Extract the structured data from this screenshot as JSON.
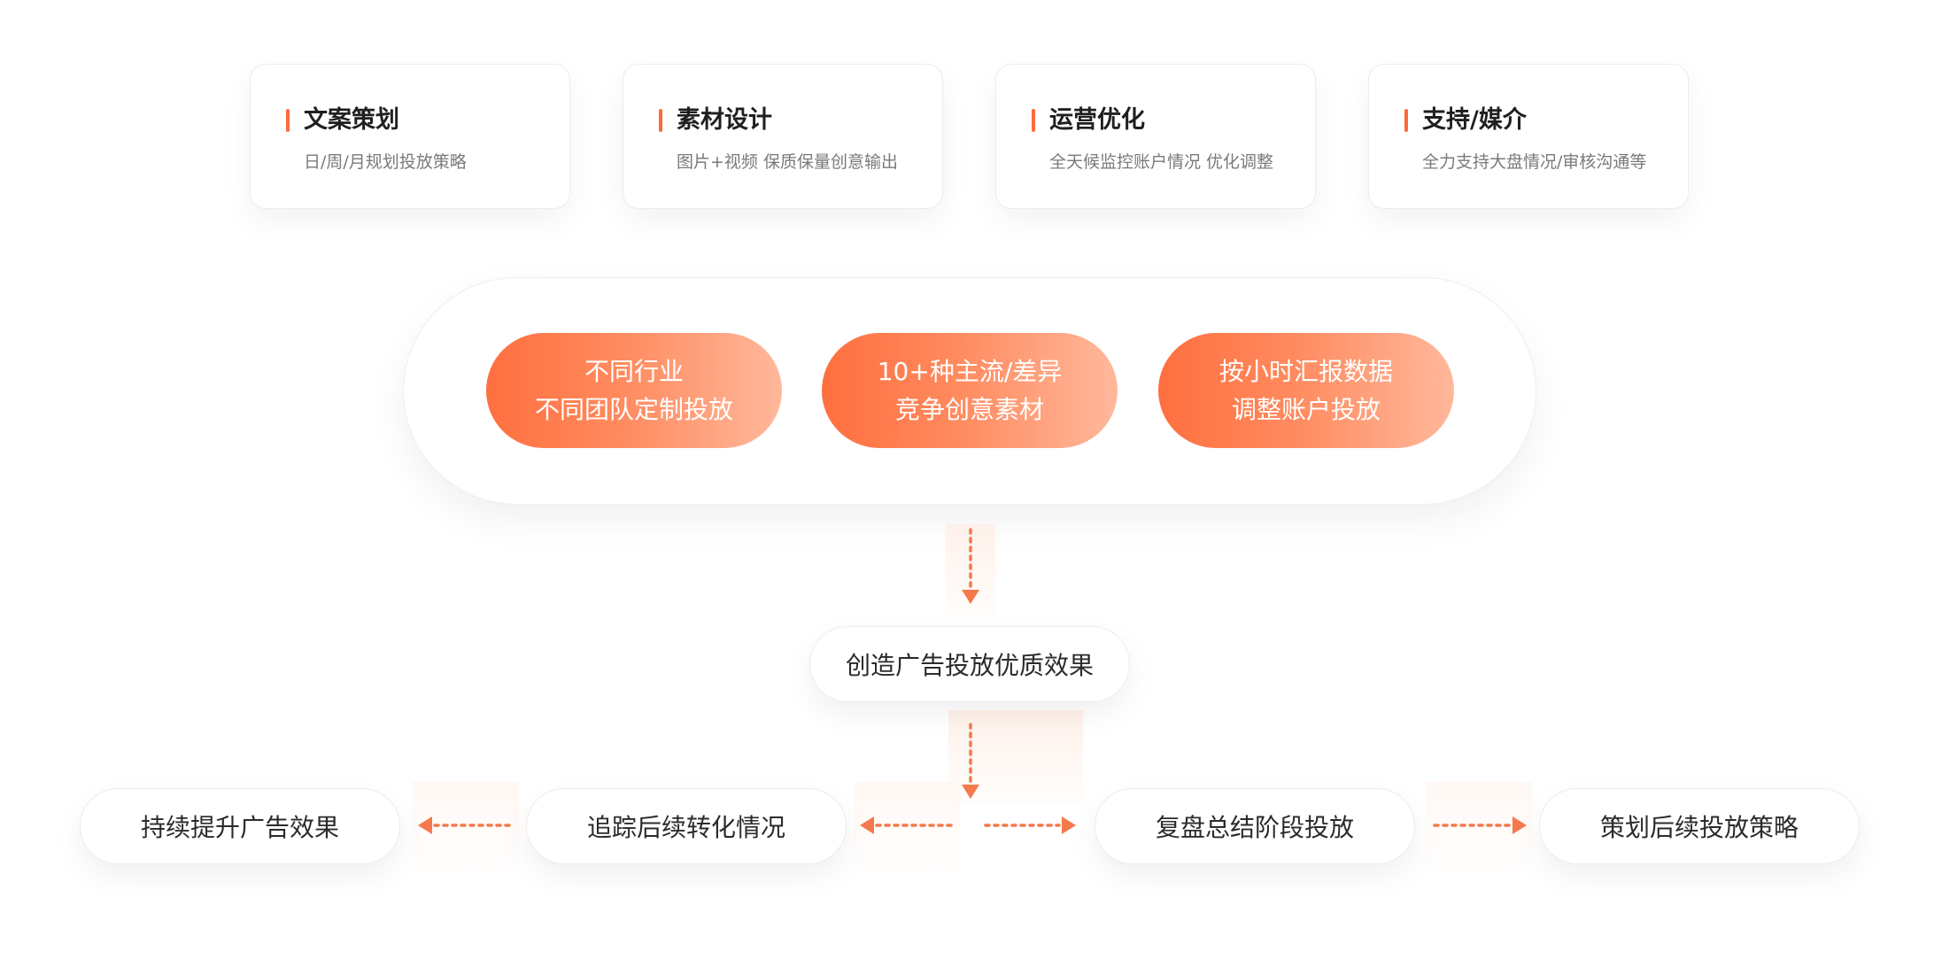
{
  "cards": [
    {
      "title": "文案策划",
      "desc": "日/周/月规划投放策略"
    },
    {
      "title": "素材设计",
      "desc": "图片+视频 保质保量创意输出"
    },
    {
      "title": "运营优化",
      "desc": "全天候监控账户情况 优化调整"
    },
    {
      "title": "支持/媒介",
      "desc": "全力支持大盘情况/审核沟通等"
    }
  ],
  "pills": [
    {
      "line1": "不同行业",
      "line2": "不同团队定制投放"
    },
    {
      "line1": "10+种主流/差异",
      "line2": "竞争创意素材"
    },
    {
      "line1": "按小时汇报数据",
      "line2": "调整账户投放"
    }
  ],
  "center_node": "创造广告投放优质效果",
  "flow": [
    {
      "label": "持续提升广告效果"
    },
    {
      "label": "追踪后续转化情况"
    },
    {
      "label": "复盘总结阶段投放"
    },
    {
      "label": "策划后续投放策略"
    }
  ],
  "colors": {
    "accent": "#ff6a3d",
    "arrow": "#f4794c"
  }
}
